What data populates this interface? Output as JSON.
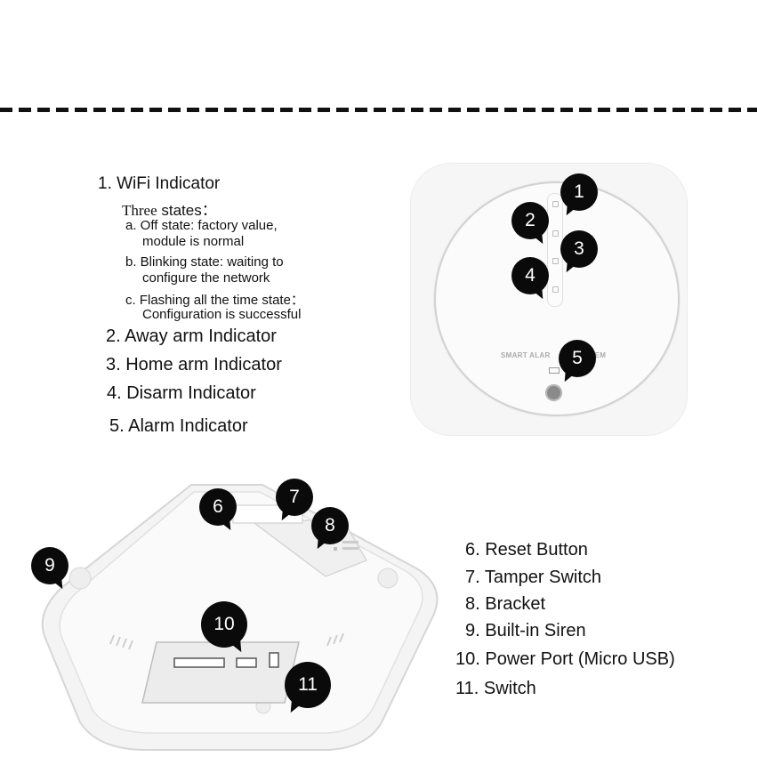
{
  "legend": {
    "item1": {
      "title": "1. WiFi  Indicator",
      "states_word": "Three",
      "states_rest": " states：",
      "a_line1": "a. Off state: factory value,",
      "a_line2": "module is normal",
      "b_line1": "b. Blinking state: waiting to",
      "b_line2": "configure the network",
      "c_line1": "c. Flashing all the time state：",
      "c_line2": "Configuration is successful"
    },
    "item2": "2. Away arm Indicator",
    "item3": "3. Home arm Indicator",
    "item4": "4. Disarm Indicator",
    "item5": "5. Alarm Indicator"
  },
  "legend_bottom": {
    "item6": "6. Reset Button",
    "item7": "7. Tamper Switch",
    "item8": "8. Bracket",
    "item9": "9. Built-in Siren",
    "item10": "10. Power Port (Micro USB)",
    "item11": "11. Switch"
  },
  "device_top_label": "SMART ALAR",
  "device_top_label_tail": "EM",
  "callouts": [
    "1",
    "2",
    "3",
    "4",
    "5",
    "6",
    "7",
    "8",
    "9",
    "10",
    "11"
  ]
}
